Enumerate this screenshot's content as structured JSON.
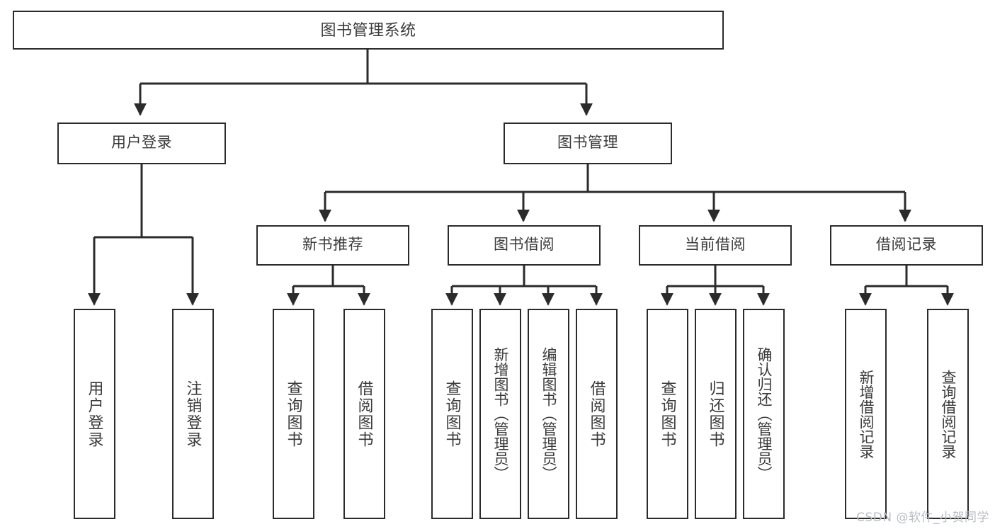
{
  "diagram": {
    "title": "图书管理系统",
    "type": "tree-hierarchy",
    "orientation": "top-down",
    "colors": {
      "box_border": "#2b2b2b",
      "box_fill": "#ffffff",
      "connector": "#2b2b2b",
      "text": "#3a3a3a",
      "watermark": "#b9bcc2",
      "background": "#ffffff"
    },
    "watermark": "CSDN @软件_小贺同学",
    "nodes": {
      "root": {
        "label": "图书管理系统"
      },
      "level2": [
        {
          "label": "用户登录"
        },
        {
          "label": "图书管理"
        }
      ],
      "level3": [
        {
          "label": "新书推荐"
        },
        {
          "label": "图书借阅"
        },
        {
          "label": "当前借阅"
        },
        {
          "label": "借阅记录"
        }
      ],
      "leaves": {
        "user_login": [
          {
            "label": "用户登录"
          },
          {
            "label": "注销登录"
          }
        ],
        "new_book_recommend": [
          {
            "label": "查询图书"
          },
          {
            "label": "借阅图书"
          }
        ],
        "book_borrow": [
          {
            "label": "查询图书"
          },
          {
            "label": "新增图书（管理员）"
          },
          {
            "label": "编辑图书（管理员）"
          },
          {
            "label": "借阅图书"
          }
        ],
        "current_borrow": [
          {
            "label": "查询图书"
          },
          {
            "label": "归还图书"
          },
          {
            "label": "确认归还（管理员）"
          }
        ],
        "borrow_record": [
          {
            "label": "新增借阅记录"
          },
          {
            "label": "查询借阅记录"
          }
        ]
      }
    }
  }
}
